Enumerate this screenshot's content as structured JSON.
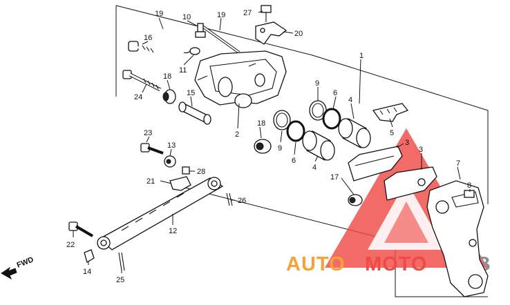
{
  "watermark": {
    "word_1": "AUTO",
    "word_2": "MOTO",
    "word_3": "HUB",
    "color_primary": "#f04a45",
    "color_secondary": "#f6a13a",
    "color_tertiary": "#8a8f98"
  },
  "fwd_label": "FWD",
  "callouts": [
    {
      "id": "c1",
      "text": "1"
    },
    {
      "id": "c2",
      "text": "2"
    },
    {
      "id": "c3a",
      "text": "3"
    },
    {
      "id": "c3b",
      "text": "3"
    },
    {
      "id": "c4a",
      "text": "4"
    },
    {
      "id": "c4b",
      "text": "4"
    },
    {
      "id": "c5",
      "text": "5"
    },
    {
      "id": "c6a",
      "text": "6"
    },
    {
      "id": "c6b",
      "text": "6"
    },
    {
      "id": "c7",
      "text": "7"
    },
    {
      "id": "c8",
      "text": "8"
    },
    {
      "id": "c9a",
      "text": "9"
    },
    {
      "id": "c9b",
      "text": "9"
    },
    {
      "id": "c10",
      "text": "10"
    },
    {
      "id": "c11",
      "text": "11"
    },
    {
      "id": "c12",
      "text": "12"
    },
    {
      "id": "c13",
      "text": "13"
    },
    {
      "id": "c14",
      "text": "14"
    },
    {
      "id": "c15",
      "text": "15"
    },
    {
      "id": "c16",
      "text": "16"
    },
    {
      "id": "c17",
      "text": "17"
    },
    {
      "id": "c18a",
      "text": "18"
    },
    {
      "id": "c18b",
      "text": "18"
    },
    {
      "id": "c19a",
      "text": "19"
    },
    {
      "id": "c19b",
      "text": "19"
    },
    {
      "id": "c20",
      "text": "20"
    },
    {
      "id": "c21",
      "text": "21"
    },
    {
      "id": "c22",
      "text": "22"
    },
    {
      "id": "c23",
      "text": "23"
    },
    {
      "id": "c24",
      "text": "24"
    },
    {
      "id": "c25",
      "text": "25"
    },
    {
      "id": "c26",
      "text": "26"
    },
    {
      "id": "c27",
      "text": "27"
    },
    {
      "id": "c28",
      "text": "28"
    }
  ]
}
